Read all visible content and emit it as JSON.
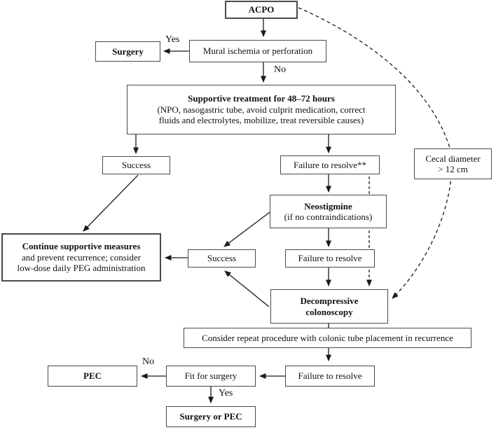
{
  "colors": {
    "background": "#ffffff",
    "box_border": "#4a4a4a",
    "line": "#1a1a1a",
    "text": "#111111"
  },
  "nodes": {
    "acpo": {
      "label": "ACPO"
    },
    "surgery": {
      "label": "Surgery"
    },
    "mural": {
      "label": "Mural ischemia or perforation"
    },
    "supportive": {
      "title": "Supportive treatment for 48–72 hours",
      "line2": "(NPO, nasogastric tube, avoid culprit medication, correct",
      "line3": "fluids and electrolytes, mobilize, treat reversible causes)"
    },
    "success1": {
      "label": "Success"
    },
    "failure1": {
      "label": "Failure to resolve**"
    },
    "cecal": {
      "line1": "Cecal diameter",
      "line2": "> 12 cm"
    },
    "neostigmine": {
      "title": "Neostigmine",
      "subtitle": "(if no contraindications)"
    },
    "continue_measures": {
      "title": "Continue supportive measures",
      "line2": "and prevent recurrence; consider",
      "line3": "low-dose daily PEG administration"
    },
    "success2": {
      "label": "Success"
    },
    "failure2": {
      "label": "Failure to resolve"
    },
    "decompressive": {
      "line1": "Decompressive",
      "line2": "colonoscopy"
    },
    "repeat": {
      "label": "Consider repeat procedure with colonic tube placement in recurrence"
    },
    "pec": {
      "label": "PEC"
    },
    "fit": {
      "label": "Fit for surgery"
    },
    "failure3": {
      "label": "Failure to resolve"
    },
    "surgery_or_pec": {
      "label": "Surgery or PEC"
    }
  },
  "edge_labels": {
    "yes_top": "Yes",
    "no_top": "No",
    "no_bottom": "No",
    "yes_bottom": "Yes"
  }
}
